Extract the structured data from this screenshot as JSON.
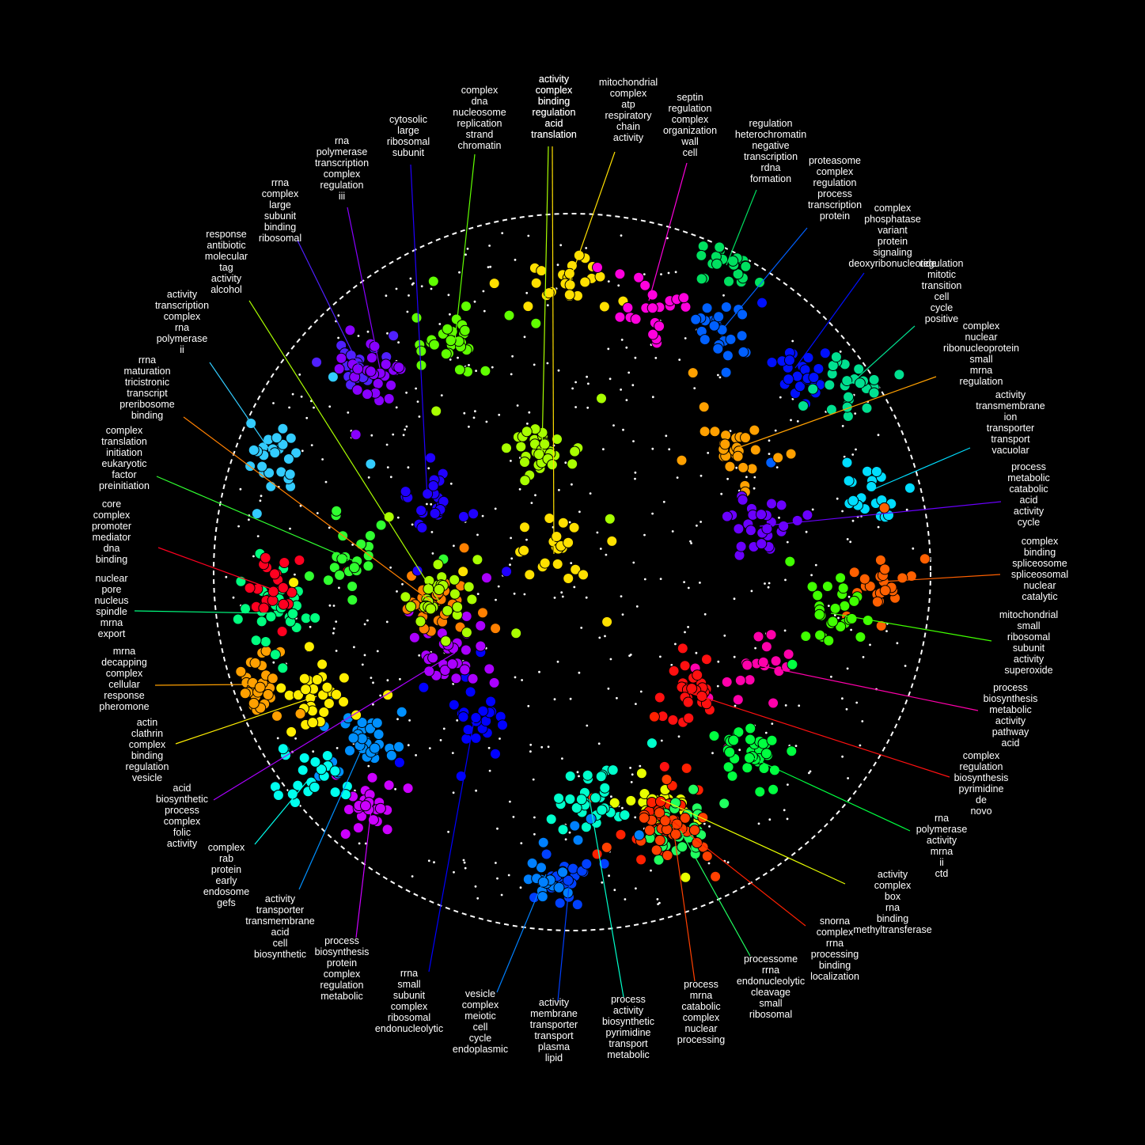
{
  "chart_data": {
    "type": "scatter",
    "title": "",
    "grid": false,
    "boundary": "dashed circle",
    "background": "#000000",
    "clusters": [
      {
        "color": "#ffe000",
        "terms": [
          "activity",
          "complex",
          "binding",
          "regulation",
          "acid",
          "translation"
        ],
        "center": [
          700,
          700
        ]
      },
      {
        "color": "#ffe000",
        "terms": [
          "mitochondrial",
          "complex",
          "atp",
          "respiratory",
          "chain",
          "activity"
        ],
        "center": [
          720,
          355
        ]
      },
      {
        "color": "#ff00dd",
        "terms": [
          "septin",
          "regulation",
          "complex",
          "organization",
          "wall",
          "cell"
        ],
        "center": [
          820,
          380
        ]
      },
      {
        "color": "#00e060",
        "terms": [
          "regulation",
          "heterochromatin",
          "negative",
          "transcription",
          "rdna",
          "formation"
        ],
        "center": [
          918,
          335
        ]
      },
      {
        "color": "#0060ff",
        "terms": [
          "proteasome",
          "complex",
          "regulation",
          "process",
          "transcription",
          "protein"
        ],
        "center": [
          910,
          420
        ]
      },
      {
        "color": "#0010ff",
        "terms": [
          "complex",
          "phosphatase",
          "variant",
          "protein",
          "signaling",
          "deoxyribonucleotide"
        ],
        "center": [
          1005,
          465
        ]
      },
      {
        "color": "#00e090",
        "terms": [
          "regulation",
          "mitotic",
          "transition",
          "cell",
          "cycle",
          "positive"
        ],
        "center": [
          1075,
          485
        ]
      },
      {
        "color": "#ffa000",
        "terms": [
          "complex",
          "nuclear",
          "ribonucleoprotein",
          "small",
          "mrna",
          "regulation"
        ],
        "center": [
          935,
          565
        ]
      },
      {
        "color": "#00ddff",
        "terms": [
          "activity",
          "transmembrane",
          "ion",
          "transporter",
          "transport",
          "vacuolar"
        ],
        "center": [
          1100,
          620
        ]
      },
      {
        "color": "#6a00ff",
        "terms": [
          "process",
          "metabolic",
          "catabolic",
          "acid",
          "activity",
          "cycle"
        ],
        "center": [
          960,
          665
        ]
      },
      {
        "color": "#ff6000",
        "terms": [
          "complex",
          "binding",
          "spliceosome",
          "spliceosomal",
          "nuclear",
          "catalytic"
        ],
        "center": [
          1115,
          735
        ]
      },
      {
        "color": "#40ff00",
        "terms": [
          "mitochondrial",
          "small",
          "ribosomal",
          "subunit",
          "activity",
          "superoxide"
        ],
        "center": [
          1050,
          775
        ]
      },
      {
        "color": "#ff00aa",
        "terms": [
          "process",
          "biosynthesis",
          "metabolic",
          "activity",
          "pathway",
          "acid"
        ],
        "center": [
          955,
          840
        ]
      },
      {
        "color": "#ff1010",
        "terms": [
          "complex",
          "regulation",
          "biosynthesis",
          "pyrimidine",
          "de",
          "novo"
        ],
        "center": [
          870,
          875
        ]
      },
      {
        "color": "#00ff40",
        "terms": [
          "rna",
          "polymerase",
          "activity",
          "mrna",
          "ii",
          "ctd"
        ],
        "center": [
          945,
          955
        ]
      },
      {
        "color": "#e8ff00",
        "terms": [
          "activity",
          "complex",
          "box",
          "rna",
          "binding",
          "methyltransferase"
        ],
        "center": [
          835,
          1010
        ]
      },
      {
        "color": "#ff2000",
        "terms": [
          "snorna",
          "complex",
          "rrna",
          "processing",
          "binding",
          "localization"
        ],
        "center": [
          840,
          1030
        ]
      },
      {
        "color": "#20ff60",
        "terms": [
          "processome",
          "rrna",
          "endonucleolytic",
          "cleavage",
          "small",
          "ribosomal"
        ],
        "center": [
          860,
          1050
        ]
      },
      {
        "color": "#ff4000",
        "terms": [
          "process",
          "mrna",
          "catabolic",
          "complex",
          "nuclear",
          "processing"
        ],
        "center": [
          850,
          1040
        ]
      },
      {
        "color": "#00ffcc",
        "terms": [
          "process",
          "activity",
          "biosynthetic",
          "pyrimidine",
          "transport",
          "metabolic"
        ],
        "center": [
          745,
          1010
        ]
      },
      {
        "color": "#0040ff",
        "terms": [
          "activity",
          "membrane",
          "transporter",
          "transport",
          "plasma",
          "lipid"
        ],
        "center": [
          720,
          1110
        ]
      },
      {
        "color": "#0080ff",
        "terms": [
          "vesicle",
          "complex",
          "meiotic",
          "cell",
          "cycle",
          "endoplasmic"
        ],
        "center": [
          690,
          1105
        ]
      },
      {
        "color": "#0000ff",
        "terms": [
          "rrna",
          "small",
          "subunit",
          "complex",
          "ribosomal",
          "endonucleolytic"
        ],
        "center": [
          600,
          905
        ]
      },
      {
        "color": "#cc00ff",
        "terms": [
          "process",
          "biosynthesis",
          "protein",
          "complex",
          "regulation",
          "metabolic"
        ],
        "center": [
          470,
          1015
        ]
      },
      {
        "color": "#0090ff",
        "terms": [
          "activity",
          "transporter",
          "transmembrane",
          "acid",
          "cell",
          "biosynthetic"
        ],
        "center": [
          460,
          940
        ]
      },
      {
        "color": "#00ffee",
        "terms": [
          "complex",
          "rab",
          "protein",
          "early",
          "endosome",
          "gefs"
        ],
        "center": [
          390,
          985
        ]
      },
      {
        "color": "#aa00ff",
        "terms": [
          "acid",
          "biosynthetic",
          "process",
          "complex",
          "folic",
          "activity"
        ],
        "center": [
          575,
          825
        ]
      },
      {
        "color": "#ffee00",
        "terms": [
          "actin",
          "clathrin",
          "complex",
          "binding",
          "regulation",
          "vesicle"
        ],
        "center": [
          400,
          880
        ]
      },
      {
        "color": "#ffa000",
        "terms": [
          "mrna",
          "decapping",
          "complex",
          "cellular",
          "response",
          "pheromone"
        ],
        "center": [
          320,
          865
        ]
      },
      {
        "color": "#00ff80",
        "terms": [
          "nuclear",
          "pore",
          "nucleus",
          "spindle",
          "mrna",
          "export"
        ],
        "center": [
          345,
          775
        ]
      },
      {
        "color": "#ff0020",
        "terms": [
          "core",
          "complex",
          "promoter",
          "mediator",
          "dna",
          "binding"
        ],
        "center": [
          345,
          745
        ]
      },
      {
        "color": "#30ff30",
        "terms": [
          "complex",
          "translation",
          "initiation",
          "eukaryotic",
          "factor",
          "preinitiation"
        ],
        "center": [
          450,
          710
        ]
      },
      {
        "color": "#ff8000",
        "terms": [
          "rrna",
          "maturation",
          "tricistronic",
          "transcript",
          "preribosome",
          "binding"
        ],
        "center": [
          545,
          760
        ]
      },
      {
        "color": "#33ccff",
        "terms": [
          "activity",
          "transcription",
          "complex",
          "rna",
          "polymerase",
          "ii"
        ],
        "center": [
          345,
          575
        ]
      },
      {
        "color": "#aaff00",
        "terms": [
          "response",
          "antibiotic",
          "molecular",
          "tag",
          "activity",
          "alcohol"
        ],
        "center": [
          555,
          760
        ]
      },
      {
        "color": "#5020ff",
        "terms": [
          "rrna",
          "complex",
          "large",
          "subunit",
          "binding",
          "ribosomal"
        ],
        "center": [
          455,
          465
        ]
      },
      {
        "color": "#8800ff",
        "terms": [
          "rna",
          "polymerase",
          "transcription",
          "complex",
          "regulation",
          "iii"
        ],
        "center": [
          480,
          465
        ]
      },
      {
        "color": "#2000ff",
        "terms": [
          "cytosolic",
          "large",
          "ribosomal",
          "subunit"
        ],
        "center": [
          540,
          630
        ]
      },
      {
        "color": "#60ff00",
        "terms": [
          "complex",
          "dna",
          "nucleosome",
          "replication",
          "strand",
          "chromatin"
        ],
        "center": [
          575,
          430
        ]
      },
      {
        "color": "#a8ff00",
        "terms": [
          "activity",
          "complex",
          "binding",
          "regulation",
          "acid",
          "translation"
        ],
        "center": [
          685,
          570
        ]
      }
    ]
  }
}
